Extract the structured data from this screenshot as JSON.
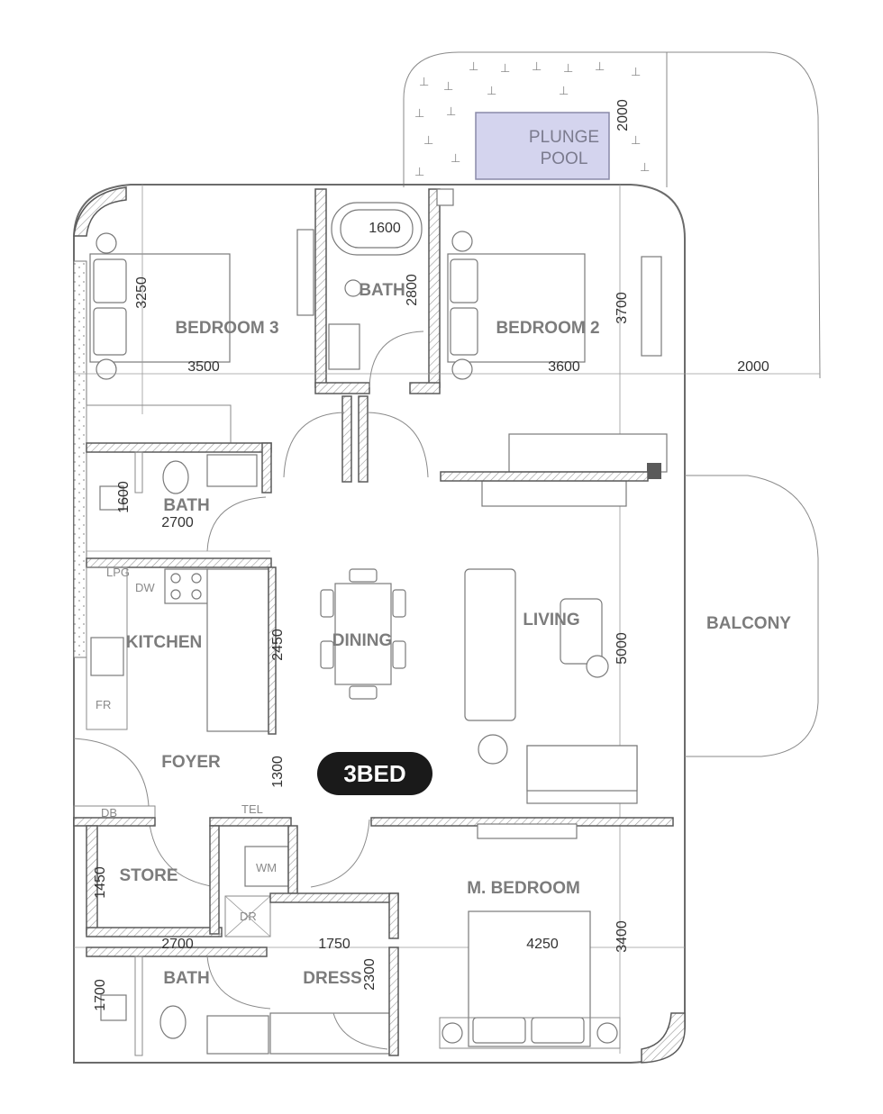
{
  "badge": {
    "unit_type": "3BED"
  },
  "rooms": {
    "plunge_pool_line1": "PLUNGE",
    "plunge_pool_line2": "POOL",
    "bedroom3": "BEDROOM 3",
    "bath_top": "BATH",
    "bedroom2": "BEDROOM 2",
    "bath_left": "BATH",
    "kitchen": "KITCHEN",
    "dining": "DINING",
    "living": "LIVING",
    "balcony": "BALCONY",
    "foyer": "FOYER",
    "store": "STORE",
    "master_bedroom": "M. BEDROOM",
    "bath_bottom": "BATH",
    "dress": "DRESS"
  },
  "fixtures": {
    "lpg": "LPG",
    "dw": "DW",
    "fr": "FR",
    "db": "DB",
    "tel": "TEL",
    "wm": "WM",
    "dr": "DR"
  },
  "dimensions": {
    "bath_top_tub": "1600",
    "pool_depth": "2000",
    "bedroom3_depth": "3250",
    "bath_top_depth": "2800",
    "bedroom2_depth": "3700",
    "bedroom3_width": "3500",
    "bedroom2_width": "3600",
    "balcony_width": "2000",
    "bath_left_depth": "1600",
    "bath_left_width": "2700",
    "kitchen_depth": "2450",
    "living_depth": "5000",
    "foyer_depth": "1300",
    "store_depth": "1450",
    "bath_bottom_width": "2700",
    "dress_width": "1750",
    "master_width": "4250",
    "master_depth": "3400",
    "dress_depth": "2300",
    "bath_bottom_depth": "1700"
  },
  "colors": {
    "pool_fill": "#d4d4ee",
    "badge_bg": "#1a1a1a",
    "badge_text": "#ffffff"
  }
}
